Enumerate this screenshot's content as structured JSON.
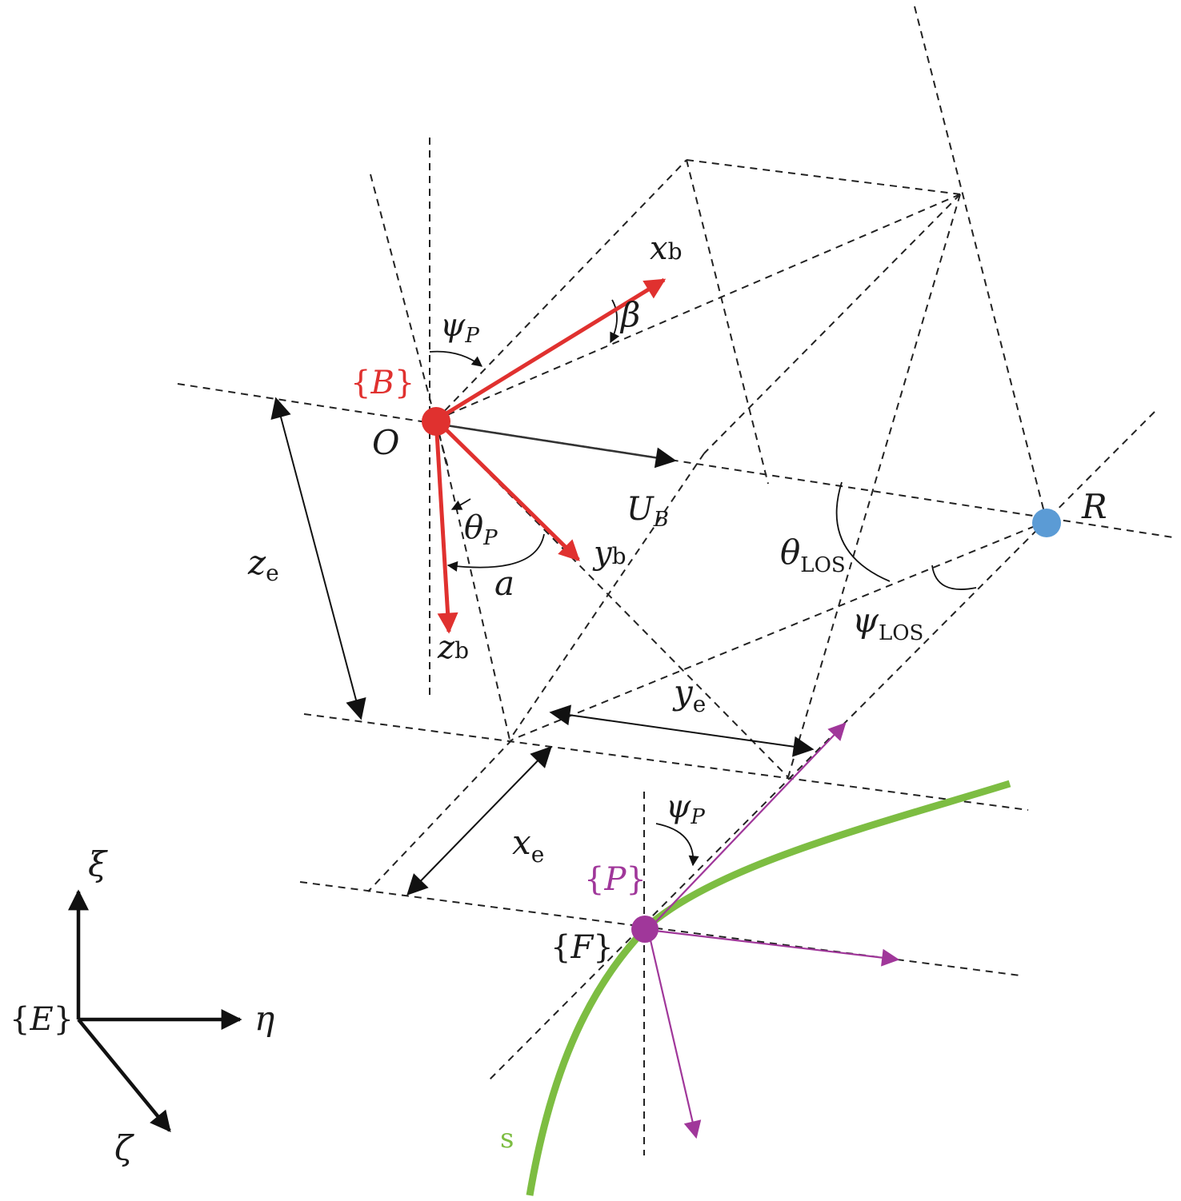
{
  "colors": {
    "body_frame": "#e0312f",
    "path_frame": "#a0379a",
    "path_curve": "#7dbd42",
    "target": "#5b9bd5",
    "lines": "#222222"
  },
  "labels": {
    "B_open": "{",
    "B": "B",
    "B_close": "}",
    "O": "O",
    "xb": "x",
    "xb_sub": "b",
    "yb": "y",
    "yb_sub": "b",
    "zb": "z",
    "zb_sub": "b",
    "U": "U",
    "U_sub": "B",
    "beta": "β",
    "psiP_top": "ψ",
    "psiP_top_sub": "P",
    "thetaP": "θ",
    "thetaP_sub": "P",
    "alpha": "a",
    "ze": "z",
    "ze_sub": "e",
    "ye": "y",
    "ye_sub": "e",
    "xe": "x",
    "xe_sub": "e",
    "R": "R",
    "thetaLOS": "θ",
    "thetaLOS_sub": "LOS",
    "psiLOS": "ψ",
    "psiLOS_sub": "LOS",
    "psiP_bottom": "ψ",
    "psiP_bottom_sub": "P",
    "P_open": "{",
    "P": "P",
    "P_close": "}",
    "F_open": "{",
    "F": "F",
    "F_close": "}",
    "s": "s",
    "E_open": "{",
    "E": "E",
    "E_close": "}",
    "xi": "ξ",
    "eta": "η",
    "zeta": "ζ"
  }
}
